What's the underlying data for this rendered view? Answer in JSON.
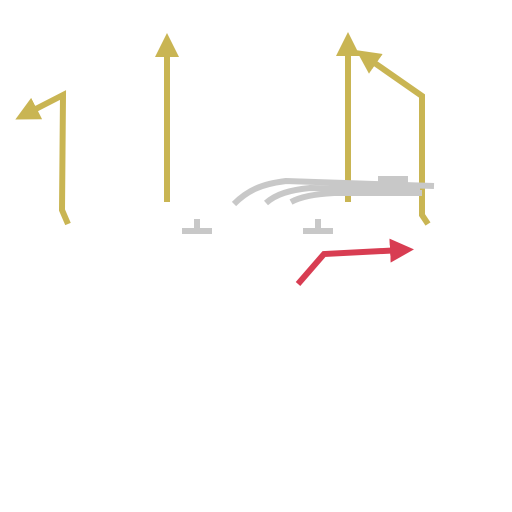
{
  "colors": {
    "background": "#ffffff",
    "route_primary": "#c9b553",
    "route_highlight": "#d83d52",
    "marker_gray": "#c8c8c8"
  },
  "diagram": {
    "kind": "play-diagram",
    "routes": [
      {
        "name": "left-route",
        "color": "route_primary",
        "shape": "hook-back-left"
      },
      {
        "name": "inside-left-route",
        "color": "route_primary",
        "shape": "vertical-go"
      },
      {
        "name": "inside-right-route",
        "color": "route_primary",
        "shape": "vertical-go"
      },
      {
        "name": "right-route",
        "color": "route_primary",
        "shape": "hook-back-in"
      },
      {
        "name": "highlight-route",
        "color": "route_highlight",
        "shape": "flat-out"
      }
    ],
    "markers": [
      {
        "name": "left-player-marker",
        "icon": "t-marker-icon"
      },
      {
        "name": "right-player-marker",
        "icon": "t-marker-icon"
      }
    ],
    "motion_lines": [
      {
        "name": "motion-curve-1"
      },
      {
        "name": "motion-curve-2"
      },
      {
        "name": "motion-curve-3"
      }
    ]
  }
}
